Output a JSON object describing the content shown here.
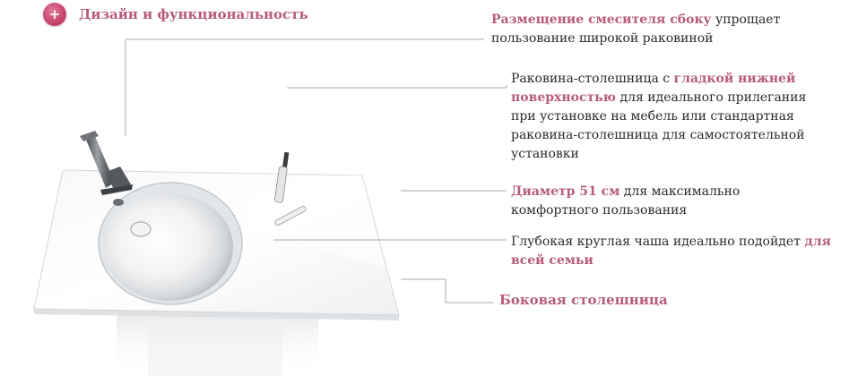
{
  "header": {
    "button_symbol": "+",
    "button_icon": "plus-icon",
    "title": "Дизайн и функциональность"
  },
  "annotations": {
    "mixer": {
      "highlight": "Размещение смесителя сбоку",
      "text_1": " упрощает",
      "text_2": "пользование широкой раковиной"
    },
    "bottom_surface": {
      "text_1": "Раковина-столешница с ",
      "highlight": "гладкой нижней поверхностью",
      "text_2": " для идеального прилегания при установке на мебель или стандартная раковина-столешница для самостоятельной установки"
    },
    "diameter": {
      "highlight": "Диаметр 51 см",
      "text_1": " для максимально комфортного пользования"
    },
    "bowl": {
      "text_1": "Глубокая круглая чаша идеально подойдет ",
      "highlight": "для всей семьи"
    },
    "countertop": {
      "label": "Боковая столешница"
    }
  },
  "colors": {
    "accent": "#b65c7a",
    "button": "#c8466e",
    "leader_line": "#b7a2aa",
    "text": "#2b2b2b"
  }
}
